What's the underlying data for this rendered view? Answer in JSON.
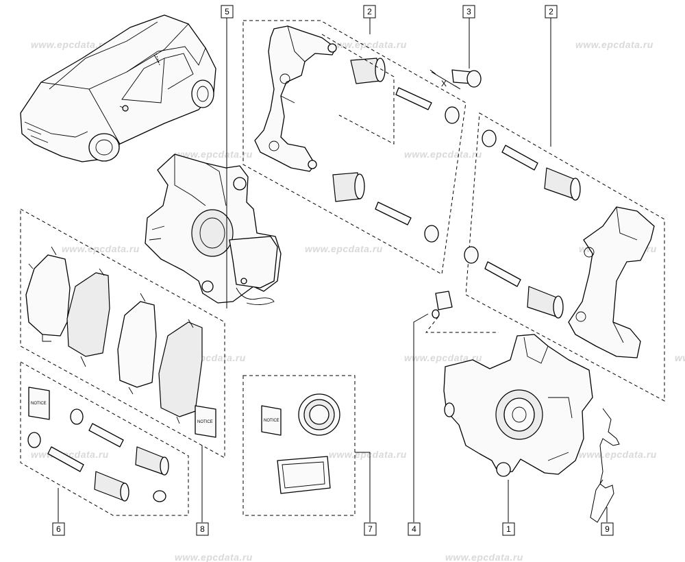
{
  "watermark": "www.epcdata.ru",
  "callouts": [
    {
      "id": "callout-5",
      "label": "5"
    },
    {
      "id": "callout-2a",
      "label": "2"
    },
    {
      "id": "callout-3",
      "label": "3"
    },
    {
      "id": "callout-2b",
      "label": "2"
    },
    {
      "id": "callout-6",
      "label": "6"
    },
    {
      "id": "callout-8",
      "label": "8"
    },
    {
      "id": "callout-7",
      "label": "7"
    },
    {
      "id": "callout-4",
      "label": "4"
    },
    {
      "id": "callout-1",
      "label": "1"
    },
    {
      "id": "callout-9",
      "label": "9"
    }
  ],
  "dimension_label": "X",
  "notice_label": "NOTICE"
}
